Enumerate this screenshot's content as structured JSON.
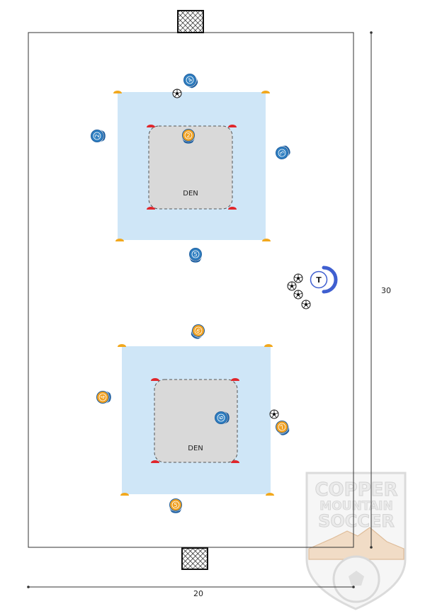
{
  "diagram": {
    "dimension_length": "30",
    "dimension_width": "20",
    "zones": [
      {
        "label": "DEN",
        "players": [
          {
            "team": "blue",
            "number": "4"
          },
          {
            "team": "blue",
            "number": "2"
          },
          {
            "team": "orange",
            "number": "2"
          },
          {
            "team": "blue",
            "number": "3"
          },
          {
            "team": "blue",
            "number": "5"
          }
        ]
      },
      {
        "label": "DEN",
        "players": [
          {
            "team": "orange",
            "number": "6"
          },
          {
            "team": "orange",
            "number": "4"
          },
          {
            "team": "blue",
            "number": "6"
          },
          {
            "team": "orange",
            "number": "7"
          },
          {
            "team": "orange",
            "number": "5"
          }
        ]
      }
    ],
    "coach_label": "T",
    "watermark": {
      "line1": "COPPER",
      "line2": "MOUNTAIN",
      "line3": "SOCCER"
    },
    "colors": {
      "blue_team": "#2f7fc1",
      "orange_team": "#f0a020",
      "grid_fill": "#cfe6f7",
      "den_fill": "#d9d9d9",
      "cone": "#f2a81d",
      "den_marker": "#e0262b",
      "coach": "#3f5fd0"
    }
  }
}
